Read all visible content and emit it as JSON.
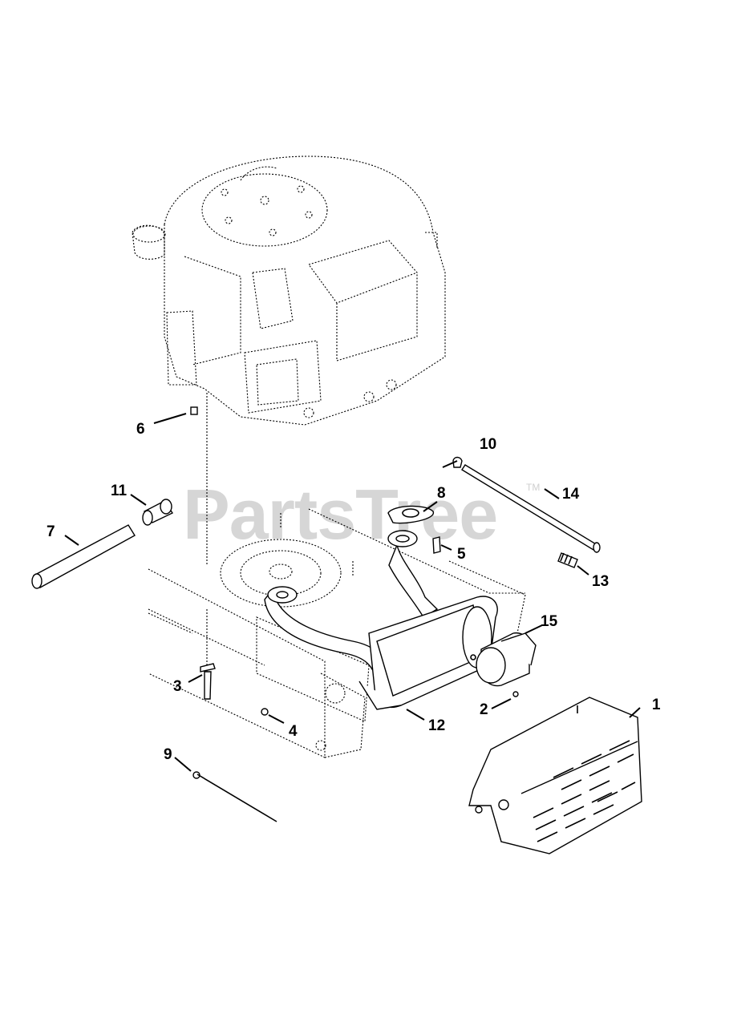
{
  "watermark": {
    "text": "PartsTree",
    "trademark": "TM"
  },
  "callouts": {
    "c1": "1",
    "c2": "2",
    "c3": "3",
    "c4": "4",
    "c5": "5",
    "c6": "6",
    "c7": "7",
    "c8": "8",
    "c9": "9",
    "c10": "10",
    "c11": "11",
    "c12": "12",
    "c13": "13",
    "c14": "14",
    "c15": "15"
  }
}
